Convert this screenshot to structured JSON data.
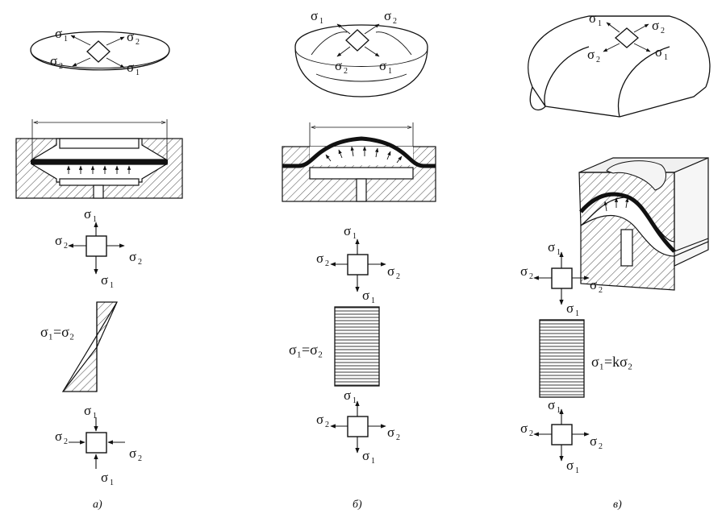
{
  "symbols": {
    "sigma": "σ",
    "sub1": "1",
    "sub2": "2"
  },
  "relations": {
    "a": "σ₁=σ₂",
    "b": "σ₁=σ₂",
    "v": "σ₁=kσ₂"
  },
  "captions": {
    "a": "а)",
    "b": "б)",
    "v": "в)"
  },
  "colors": {
    "ink": "#111111",
    "paper": "#ffffff",
    "hatch": "#555555",
    "shade": "#eeeeee"
  }
}
